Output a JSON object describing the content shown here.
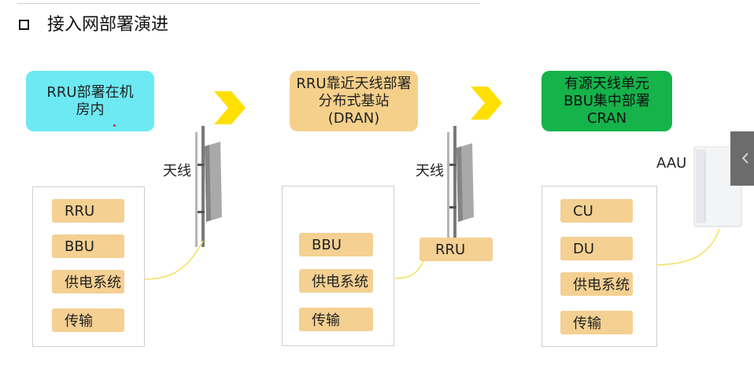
{
  "title": "接入网部署演进",
  "stage1": {
    "line1": "RRU部署在机",
    "line2": "房内"
  },
  "stage2": {
    "line1": "RRU靠近天线部署",
    "line2": "分布式基站",
    "line3": "(DRAN)"
  },
  "stage3": {
    "line1": "有源天线单元",
    "line2": "BBU集中部署",
    "line3": "CRAN"
  },
  "panel1": [
    "RRU",
    "BBU",
    "供电系统",
    "传输"
  ],
  "panel2": [
    "BBU",
    "供电系统",
    "传输"
  ],
  "panel3": [
    "CU",
    "DU",
    "供电系统",
    "传输"
  ],
  "antenna_label": "天线",
  "rru_label": "RRU",
  "aau_label": "AAU",
  "colors": {
    "cyan": "#6ce9f3",
    "orange": "#f5d08a",
    "green": "#15b34a",
    "chevron": "#ffe000",
    "label": "#f4d092"
  }
}
